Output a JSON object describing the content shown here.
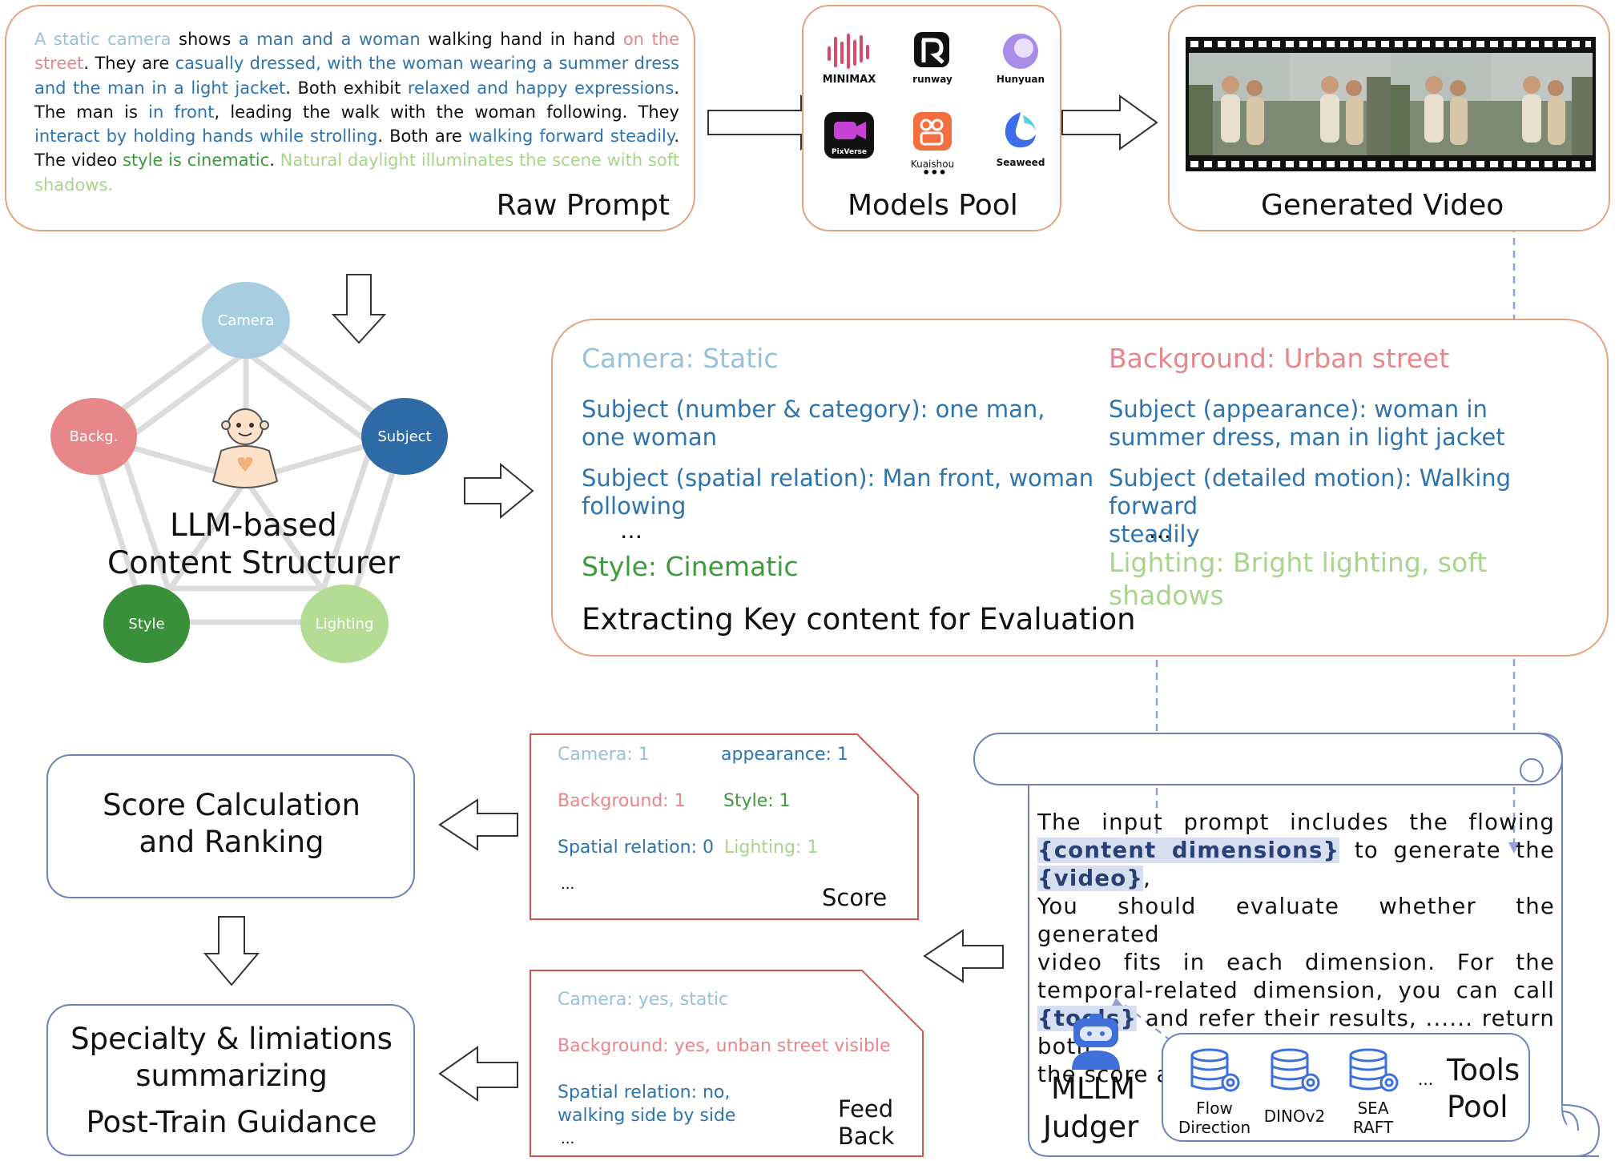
{
  "raw_prompt": {
    "title": "Raw Prompt",
    "segments": [
      {
        "t": "A static camera",
        "c": "cam"
      },
      {
        "t": " shows ",
        "c": "black"
      },
      {
        "t": "a man and a woman",
        "c": "subj"
      },
      {
        "t": " walking hand in hand ",
        "c": "black"
      },
      {
        "t": "on the street",
        "c": "bg"
      },
      {
        "t": ". They are ",
        "c": "black"
      },
      {
        "t": "casually dressed, with the woman wearing a summer dress and the man in a light jacket",
        "c": "subj"
      },
      {
        "t": ". Both exhibit ",
        "c": "black"
      },
      {
        "t": "relaxed and happy expressions",
        "c": "subj"
      },
      {
        "t": ". The man is ",
        "c": "black"
      },
      {
        "t": "in front",
        "c": "subj"
      },
      {
        "t": ", leading the walk with the woman following. They ",
        "c": "black"
      },
      {
        "t": "interact by holding hands while strolling",
        "c": "subj"
      },
      {
        "t": ". Both are ",
        "c": "black"
      },
      {
        "t": "walking forward steadily",
        "c": "subj"
      },
      {
        "t": ". The video ",
        "c": "black"
      },
      {
        "t": "style is cinematic",
        "c": "style"
      },
      {
        "t": ". ",
        "c": "black"
      },
      {
        "t": "Natural daylight illuminates the scene with soft shadows",
        "c": "light"
      },
      {
        "t": ".",
        "c": "light"
      }
    ]
  },
  "models_pool": {
    "title": "Models Pool",
    "models": [
      {
        "name": "MINIMAX",
        "icon": "minimax-icon"
      },
      {
        "name": "runway",
        "icon": "runway-icon"
      },
      {
        "name": "Hunyuan",
        "icon": "hunyuan-icon"
      },
      {
        "name": "PixVerse",
        "icon": "pixverse-icon"
      },
      {
        "name": "Kuaishou",
        "icon": "kuaishou-icon"
      },
      {
        "name": "Seaweed",
        "icon": "seaweed-icon"
      }
    ],
    "more": "•••"
  },
  "generated_video": {
    "title": "Generated Video"
  },
  "structurer": {
    "title_line1": "LLM-based",
    "title_line2": "Content Structurer",
    "nodes": {
      "camera": "Camera",
      "subject": "Subject",
      "background": "Backg.",
      "style": "Style",
      "lighting": "Lighting"
    }
  },
  "extraction": {
    "camera": "Camera: Static",
    "background": "Background: Urban street",
    "subj_number_l1": "Subject (number & category): one man,",
    "subj_number_l2": "one woman",
    "subj_appearance_l1": "Subject (appearance): woman in",
    "subj_appearance_l2": "summer dress, man in light jacket",
    "subj_spatial_l1": "Subject (spatial relation): Man front, woman",
    "subj_spatial_l2": "following",
    "subj_motion_l1": "Subject (detailed motion): Walking forward",
    "subj_motion_l2": "steadily",
    "ellipsis": "…",
    "style": "Style: Cinematic",
    "lighting_l1": "Lighting: Bright lighting, soft",
    "lighting_l2": "shadows",
    "caption": "Extracting Key content for Evaluation"
  },
  "score_ranking": {
    "line1": "Score Calculation",
    "line2": "and Ranking"
  },
  "specialty": {
    "line1": "Specialty & limiations",
    "line2": "summarizing",
    "line3": "Post-Train Guidance"
  },
  "score_tag": {
    "camera": "Camera: 1",
    "appearance": "appearance: 1",
    "background": "Background: 1",
    "style": "Style: 1",
    "spatial": "Spatial relation: 0",
    "lighting": "Lighting: 1",
    "ellipsis": "...",
    "label": "Score"
  },
  "feedback_tag": {
    "camera": "Camera: yes, static",
    "background": "Background: yes, unban street visible",
    "spatial_l1": "Spatial relation: no,",
    "spatial_l2": "walking side by side",
    "ellipsis": "...",
    "label_l1": "Feed",
    "label_l2": "Back"
  },
  "judge_prompt": {
    "l1": "The input prompt includes the flowing",
    "l2a": "{content dimensions}",
    "l2b": " to generate the ",
    "l2c": "{video}",
    "l2d": ",",
    "l3": "You should evaluate whether the generated",
    "l4": "video fits in each dimension. For the",
    "l5": "temporal-related dimension, you can call",
    "l6a": "{tools}",
    "l6b": " and refer their results, ...... return both",
    "l7": "the score and your feedback."
  },
  "judger": {
    "line1": "MLLM",
    "line2": "Judger"
  },
  "tools_pool": {
    "title_l1": "Tools",
    "title_l2": "Pool",
    "tools": [
      {
        "l1": "Flow",
        "l2": "Direction"
      },
      {
        "l1": "DINOv2",
        "l2": ""
      },
      {
        "l1": "SEA",
        "l2": "RAFT"
      }
    ],
    "more": "..."
  },
  "colors": {
    "camera": "#97c2d9",
    "background": "#e8868a",
    "subject": "#2e74ae",
    "style": "#3f9a3f",
    "lighting": "#a9d48b",
    "box_orange": "#e6a27c",
    "box_blue": "#6f83b8",
    "tag_red": "#d9534f",
    "connector": "#8fa3d9"
  }
}
